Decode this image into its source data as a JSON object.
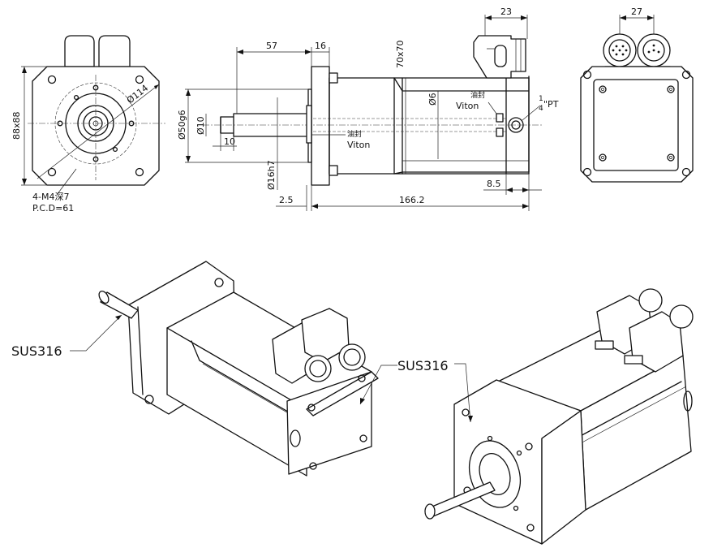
{
  "front_view": {
    "dim_width": "88x88",
    "dim_circle": "Ø114",
    "note_holes": "4-M4深7",
    "note_pcd": "P.C.D=61"
  },
  "side_view": {
    "dim_57": "57",
    "dim_16": "16",
    "dim_70x70": "70x70",
    "dim_50g6": "Ø50g6",
    "dim_10dia": "Ø10",
    "dim_10": "10",
    "dim_16h7": "Ø16h7",
    "dim_6": "Ø6",
    "dim_2_5": "2.5",
    "dim_166_2": "166.2",
    "dim_8_5": "8.5",
    "dim_23": "23",
    "seal_1_cn": "油封",
    "seal_1_en": "Viton",
    "seal_2_cn": "油封",
    "seal_2_en": "Viton",
    "port_num": "1",
    "port_den": "4",
    "port_suffix": "\"PT"
  },
  "rear_view": {
    "dim_27": "27"
  },
  "iso_views": {
    "label_left": "SUS316",
    "label_right": "SUS316"
  }
}
